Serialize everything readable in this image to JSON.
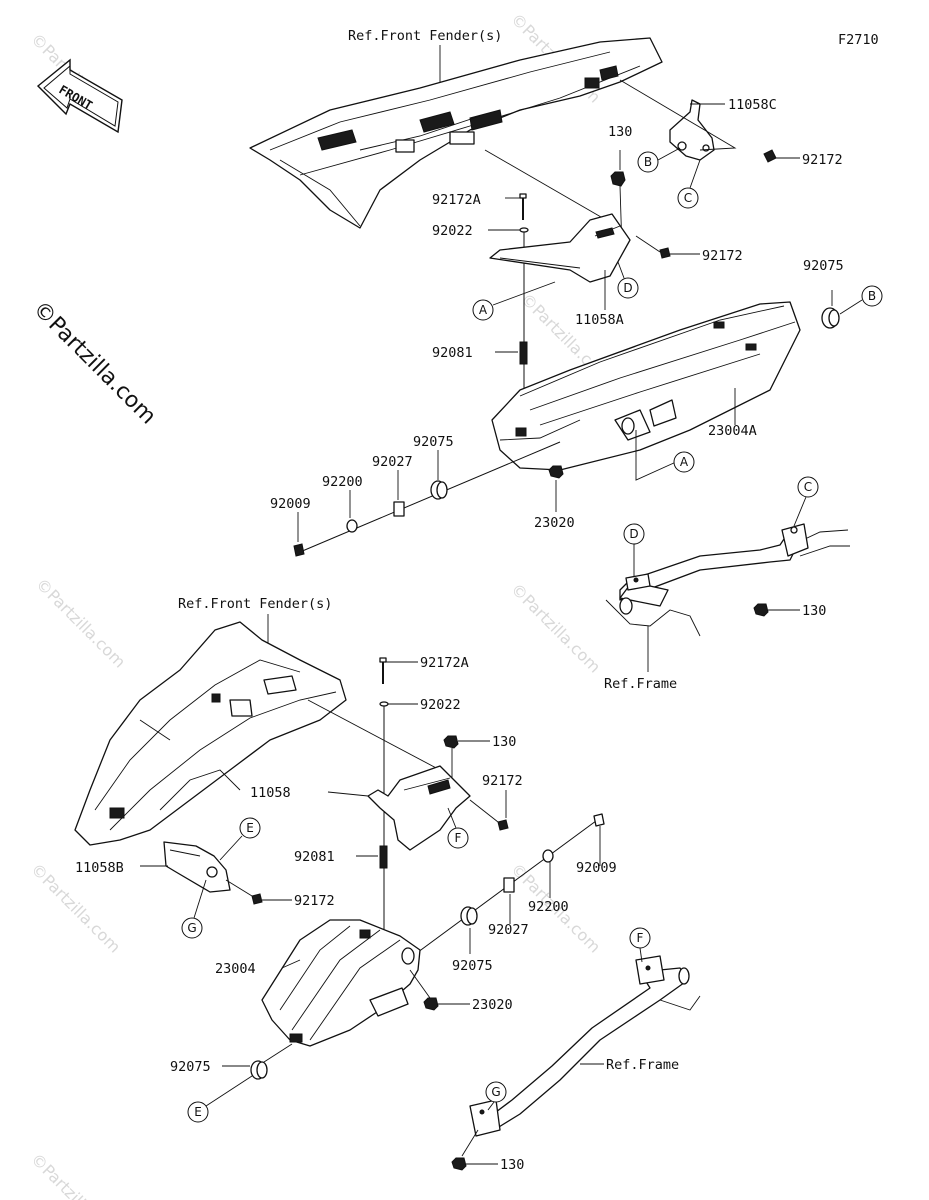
{
  "figure_code": "F2710",
  "watermark": "©Partzilla.com",
  "front_badge": "FRONT",
  "refs": {
    "front_fender": "Ref.Front Fender(s)",
    "frame": "Ref.Frame"
  },
  "upper_labels": {
    "p11058C": "11058C",
    "p92172_a": "92172",
    "p130_a": "130",
    "p92172A": "92172A",
    "p92022": "92022",
    "p92172_b": "92172",
    "p11058A": "11058A",
    "p92075_a": "92075",
    "p92081": "92081",
    "p23004A": "23004A",
    "p92075_b": "92075",
    "p92027": "92027",
    "p92200": "92200",
    "p92009": "92009",
    "p23020": "23020",
    "p130_b": "130"
  },
  "lower_labels": {
    "p92172A": "92172A",
    "p92022": "92022",
    "p130_a": "130",
    "p92172_a": "92172",
    "p11058": "11058",
    "p92081": "92081",
    "p11058B": "11058B",
    "p92172_b": "92172",
    "p92009": "92009",
    "p92200": "92200",
    "p92027": "92027",
    "p92075_a": "92075",
    "p23004": "23004",
    "p23020": "23020",
    "p92075_b": "92075",
    "p130_b": "130"
  },
  "callouts": {
    "A": "A",
    "B": "B",
    "C": "C",
    "D": "D",
    "E": "E",
    "F": "F",
    "G": "G"
  }
}
